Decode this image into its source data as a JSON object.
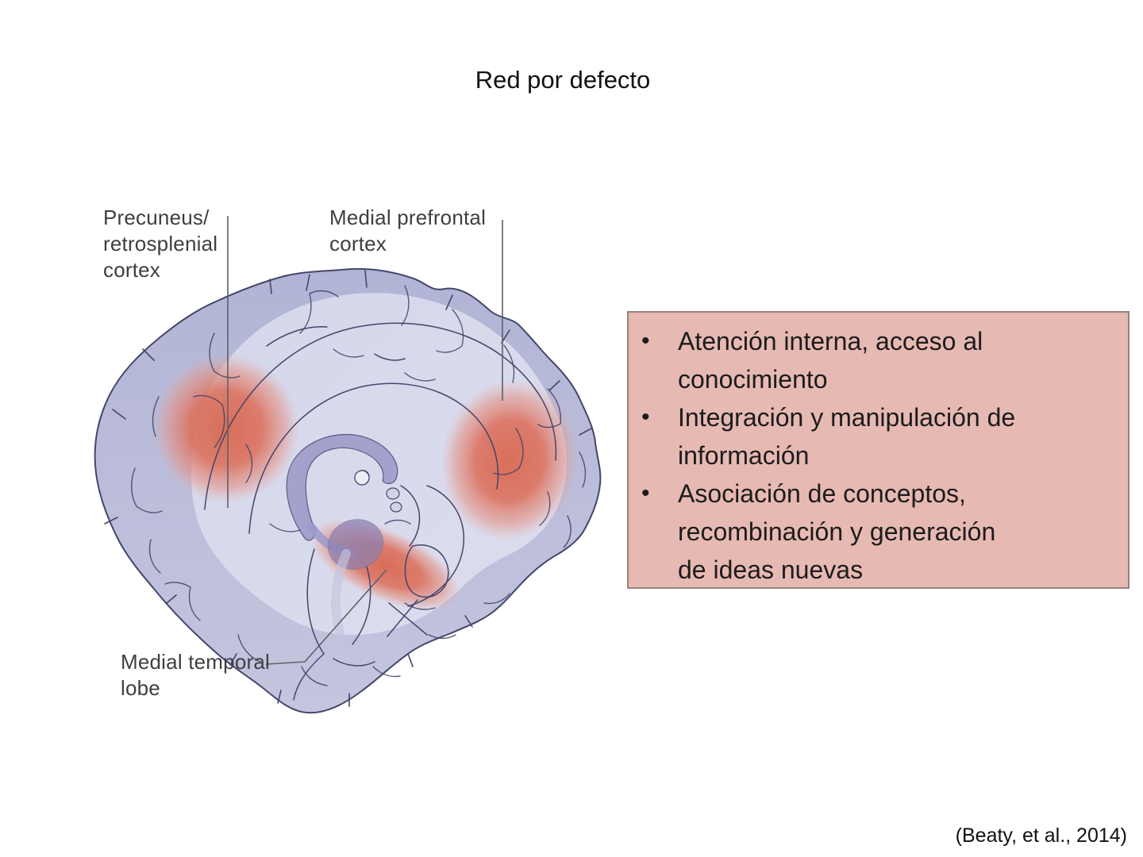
{
  "title": "Red por defecto",
  "figure": {
    "description": "Medial view of brain with highlighted default-mode-network regions",
    "labels": {
      "precuneus": "Precuneus/\nretrosplenial\ncortex",
      "medial_prefrontal": "Medial prefrontal\ncortex",
      "medial_temporal": "Medial temporal\nlobe"
    }
  },
  "info_box": {
    "bullet_char": "•",
    "items": [
      "Atención interna, acceso al\nconocimiento",
      "Integración y manipulación de\ninformación",
      "Asociación de conceptos,\nrecombinación y generación\nde ideas nuevas"
    ]
  },
  "citation": "(Beaty, et al., 2014)",
  "colors": {
    "box_bg": "#e7b9b3",
    "box_border": "#98817b",
    "brain_base": "#b3b5d6",
    "brain_inner": "#d8daec",
    "region_red": "#dc6f5b",
    "callosum_purple": "#9e9aca",
    "outline": "#45466a",
    "label_text": "#3e3e44",
    "text": "#1c1c1c"
  }
}
